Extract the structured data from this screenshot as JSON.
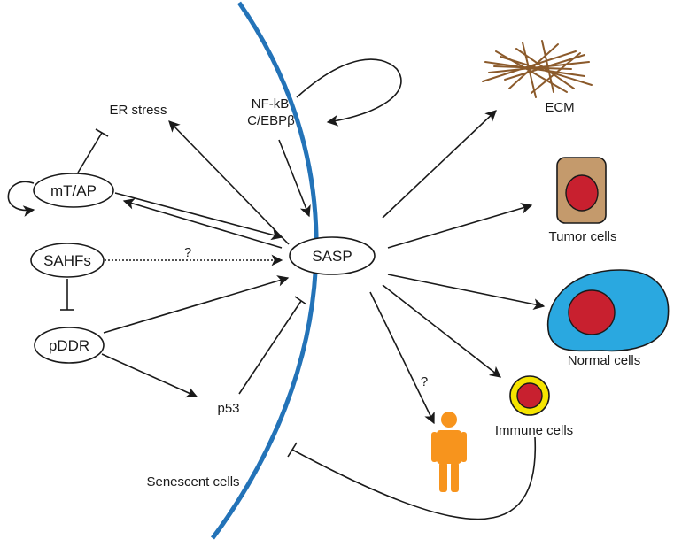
{
  "nodes": {
    "mtap": "mT/AP",
    "sahfs": "SAHFs",
    "pddr": "pDDR",
    "sasp": "SASP"
  },
  "labels": {
    "er_stress": "ER stress",
    "nfkb": "NF-kB",
    "cebpb": "C/EBPβ",
    "p53": "p53",
    "question_sahfs": "?",
    "question_human": "?",
    "ecm": "ECM",
    "tumor_cells": "Tumor cells",
    "normal_cells": "Normal cells",
    "immune_cells": "Immune cells",
    "senescent_cells": "Senescent cells"
  },
  "colors": {
    "membrane": "#2373b8",
    "tumor_body": "#c49a6c",
    "normal_body": "#2aa8e0",
    "nucleus": "#c8202f",
    "immune_ring": "#f5e400",
    "human": "#f7941d",
    "fiber": "#8b5a2b"
  }
}
